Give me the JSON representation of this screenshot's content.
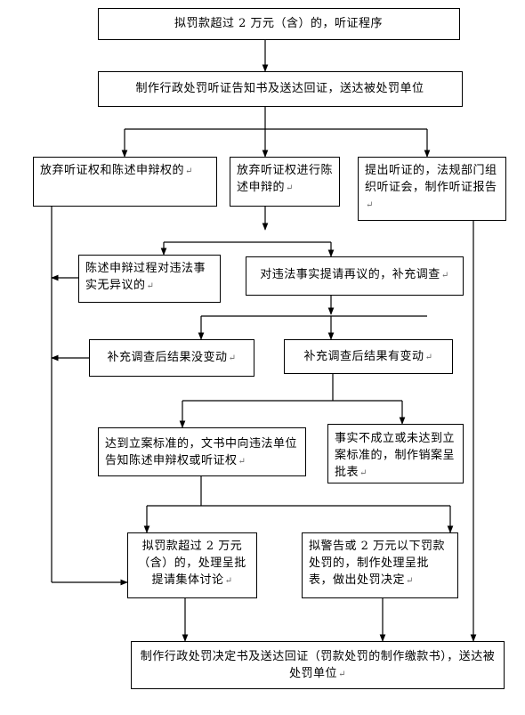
{
  "flowchart": {
    "nodes": {
      "n1": {
        "text": "拟罚款超过 2 万元（含）的，听证程序",
        "mark": ""
      },
      "n2": {
        "text": "制作行政处罚听证告知书及送达回证，送达被处罚单位",
        "mark": ""
      },
      "n3": {
        "text": "放弃听证权和陈述申辩权的",
        "mark": "↵"
      },
      "n4": {
        "text": "放弃听证权进行陈述申辩的",
        "mark": "↵"
      },
      "n5": {
        "text": "提出听证的，法规部门组织听证会，制作听证报告",
        "mark": "↵"
      },
      "n6": {
        "text": "陈述申辩过程对违法事实无异议的",
        "mark": "↵"
      },
      "n7": {
        "text": "对违法事实提请再议的，补充调查",
        "mark": "↵"
      },
      "n8": {
        "text": "补充调查后结果没变动",
        "mark": "↵"
      },
      "n9": {
        "text": "补充调查后结果有变动",
        "mark": "↵"
      },
      "n10": {
        "text": "达到立案标准的，文书中向违法单位告知陈述申辩权或听证权",
        "mark": "↵"
      },
      "n11": {
        "text": "事实不成立或未达到立案标准的，制作销案呈批表",
        "mark": "↵"
      },
      "n12": {
        "text": "拟罚款超过 2 万元（含）的，处理呈批提请集体讨论",
        "mark": "↵"
      },
      "n13": {
        "text": "拟警告或 2 万元以下罚款处罚的，制作处理呈批表，做出处罚决定",
        "mark": "↵"
      },
      "n14": {
        "text": "制作行政处罚决定书及送达回证（罚款处罚的制作缴款书），送达被处罚单位",
        "mark": "↵"
      }
    }
  }
}
